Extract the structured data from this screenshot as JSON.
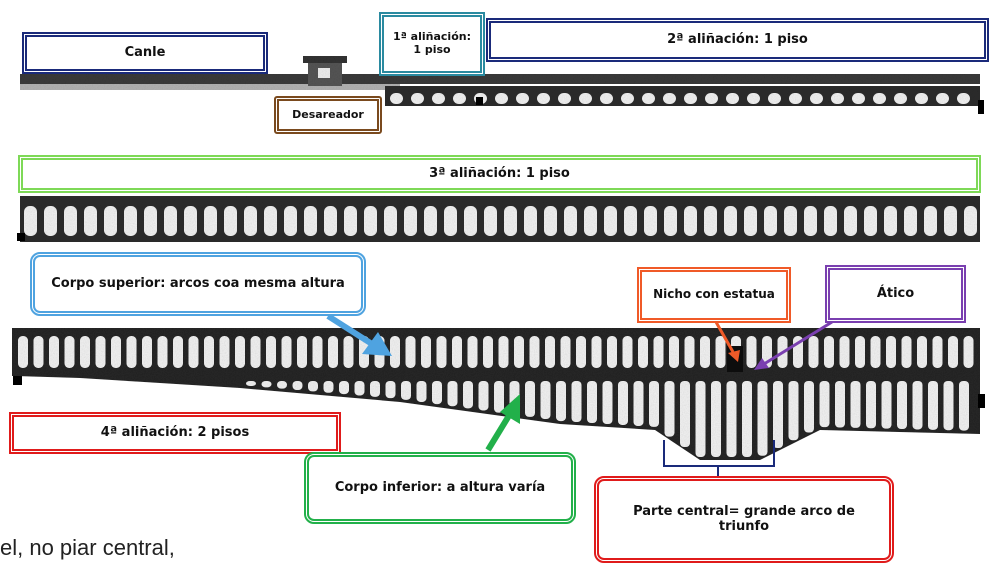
{
  "labels": {
    "canle": "Canle",
    "desareador": "Desareador",
    "primeira": "1ª aliñación: 1 piso",
    "segunda": "2ª aliñación: 1 piso",
    "terceira": "3ª aliñación: 1 piso",
    "corpo_superior": "Corpo superior: arcos coa mesma altura",
    "nicho": "Nicho con estatua",
    "atico": "Ático",
    "cuarta": "4ª aliñación: 2 pisos",
    "corpo_inferior": "Corpo inferior: a altura varía",
    "parte_central": "Parte central= grande arco de triunfo"
  },
  "footer_text": "el, no piar central,",
  "colors": {
    "canle": "#1a2a7a",
    "desareador": "#7a4a1e",
    "primeira": "#2a8aa0",
    "segunda": "#1a2a7a",
    "terceira": "#7ed957",
    "corpo_superior": "#4fa3e0",
    "nicho": "#f05a28",
    "atico": "#7a3fb0",
    "cuarta": "#e01b1b",
    "corpo_inferior": "#22b04a",
    "parte_central": "#e01b1b",
    "bracket": "#1a2a7a"
  }
}
